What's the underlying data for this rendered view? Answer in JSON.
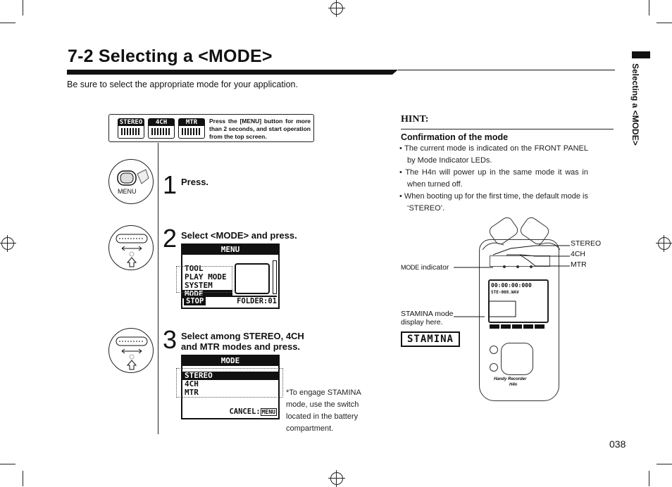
{
  "section": {
    "title": "7-2  Selecting a <MODE>",
    "subtitle": "Be sure to select the appropriate mode for your application.",
    "side_tab": "Selecting a <MODE>"
  },
  "mode_box": {
    "icons": [
      "STEREO",
      "4CH",
      "MTR"
    ],
    "note": "Press the [MENU] button for more than 2 seconds, and start operation from the top screen."
  },
  "steps": [
    {
      "num": "1",
      "text": "Press.",
      "button_label": "MENU"
    },
    {
      "num": "2",
      "text": "Select <MODE> and press.",
      "lcd": {
        "header": "MENU",
        "items": [
          "TOOL",
          "PLAY MODE",
          "SYSTEM",
          "MODE"
        ],
        "selected": "MODE",
        "footer_left": "STOP",
        "footer_right": "FOLDER:01"
      }
    },
    {
      "num": "3",
      "text": "Select among STEREO, 4CH and MTR modes and press.",
      "lcd": {
        "header": "MODE",
        "items": [
          "STEREO",
          "4CH",
          "MTR"
        ],
        "selected": "STEREO",
        "footer": "CANCEL:",
        "footer_key": "MENU"
      }
    }
  ],
  "footnote": "*To engage STAMINA mode, use the switch located in the battery compartment.",
  "hint": {
    "label": "HINT:",
    "heading": "Confirmation of the mode",
    "bullets": [
      "The current mode is indicated on the FRONT PANEL by Mode Indicator LEDs.",
      "The H4n will power up in the same mode it was in when turned off.",
      "When booting up for the first time, the default mode is ‘STEREO’."
    ]
  },
  "device": {
    "labels": {
      "stereo": "STEREO",
      "ch4": "4CH",
      "mtr": "MTR",
      "mode_indicator_caps": "MODE",
      "mode_indicator_rest": " indicator",
      "stamina_note": "STAMINA mode display here."
    },
    "screen_time": "00:00:00:000",
    "screen_file": "STE-008.WAV",
    "brand": "Handy Recorder",
    "model": "H4n",
    "stamina_badge": "STAMINA"
  },
  "page_number": "038"
}
